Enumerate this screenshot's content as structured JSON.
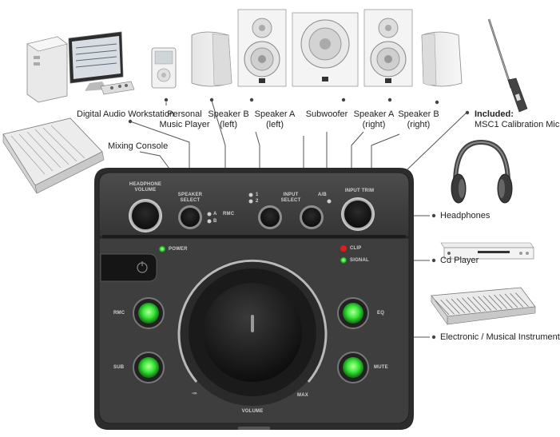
{
  "labels": {
    "daw": "Digital Audio Workstation",
    "music_player_1": "Personal",
    "music_player_2": "Music Player",
    "speaker_b_left_1": "Speaker B",
    "speaker_b_left_2": "(left)",
    "speaker_a_left_1": "Speaker A",
    "speaker_a_left_2": "(left)",
    "subwoofer": "Subwoofer",
    "speaker_a_right_1": "Speaker A",
    "speaker_a_right_2": "(right)",
    "speaker_b_right_1": "Speaker B",
    "speaker_b_right_2": "(right)",
    "included_bold": "Included:",
    "calibration_mic": "MSC1 Calibration Mic",
    "mixing_console": "Mixing Console",
    "headphones": "Headphones",
    "cd_player": "Cd Player",
    "instrument": "Electronic / Musical Instrument"
  },
  "panel": {
    "headphone_volume_1": "HEADPHONE",
    "headphone_volume_2": "VOLUME",
    "speaker_select_1": "SPEAKER",
    "speaker_select_2": "SELECT",
    "rmc": "RMC",
    "speaker_opt_a": "A",
    "speaker_opt_b": "B",
    "input_select_1": "INPUT",
    "input_select_2": "SELECT",
    "input_opt_1": "1",
    "input_opt_2": "2",
    "input_opt_ab": "A/B",
    "input_trim": "INPUT TRIM",
    "power": "POWER",
    "clip": "CLIP",
    "signal": "SIGNAL",
    "rmc_button": "RMC",
    "sub_button": "SUB",
    "eq_button": "EQ",
    "mute_button": "MUTE",
    "vol_min": "-∞",
    "vol_max": "MAX",
    "volume": "VOLUME"
  },
  "colors": {
    "led_green": "#39e83a",
    "led_red": "#e21b1b",
    "body_dark": "#3a3a3a",
    "panel_grey": "#4a4a4a"
  }
}
